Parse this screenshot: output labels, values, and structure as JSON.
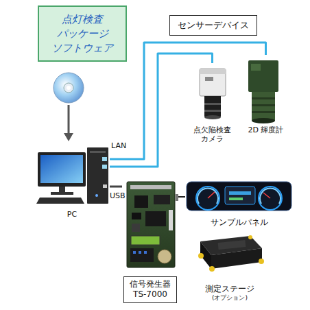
{
  "diagram": {
    "nodes": [
      {
        "text": [
          "点灯検査 パッケージ ソフトウェア"
        ]
      },
      {
        "text": [
          "センサーデバイス"
        ]
      },
      {
        "text": [
          "点欠陥検査 カメラ"
        ]
      },
      {
        "text": [
          "2D 輝度計"
        ]
      },
      {
        "text": [
          "PC"
        ]
      },
      {
        "text": [
          "サンプルパネル"
        ]
      },
      {
        "text": [
          "信号発生器 TS-7000"
        ]
      },
      {
        "text": [
          "測定ステージ",
          "(オプション)"
        ]
      }
    ],
    "edges": [
      {
        "from": 4,
        "to": 2,
        "arrow": "none"
      },
      {
        "from": 4,
        "to": 3,
        "arrow": "none"
      },
      {
        "from": 4,
        "to": 6,
        "arrow": "none"
      },
      {
        "from": 6,
        "to": 5,
        "arrow": "none"
      }
    ],
    "labels": [
      "LAN",
      "USB"
    ]
  }
}
